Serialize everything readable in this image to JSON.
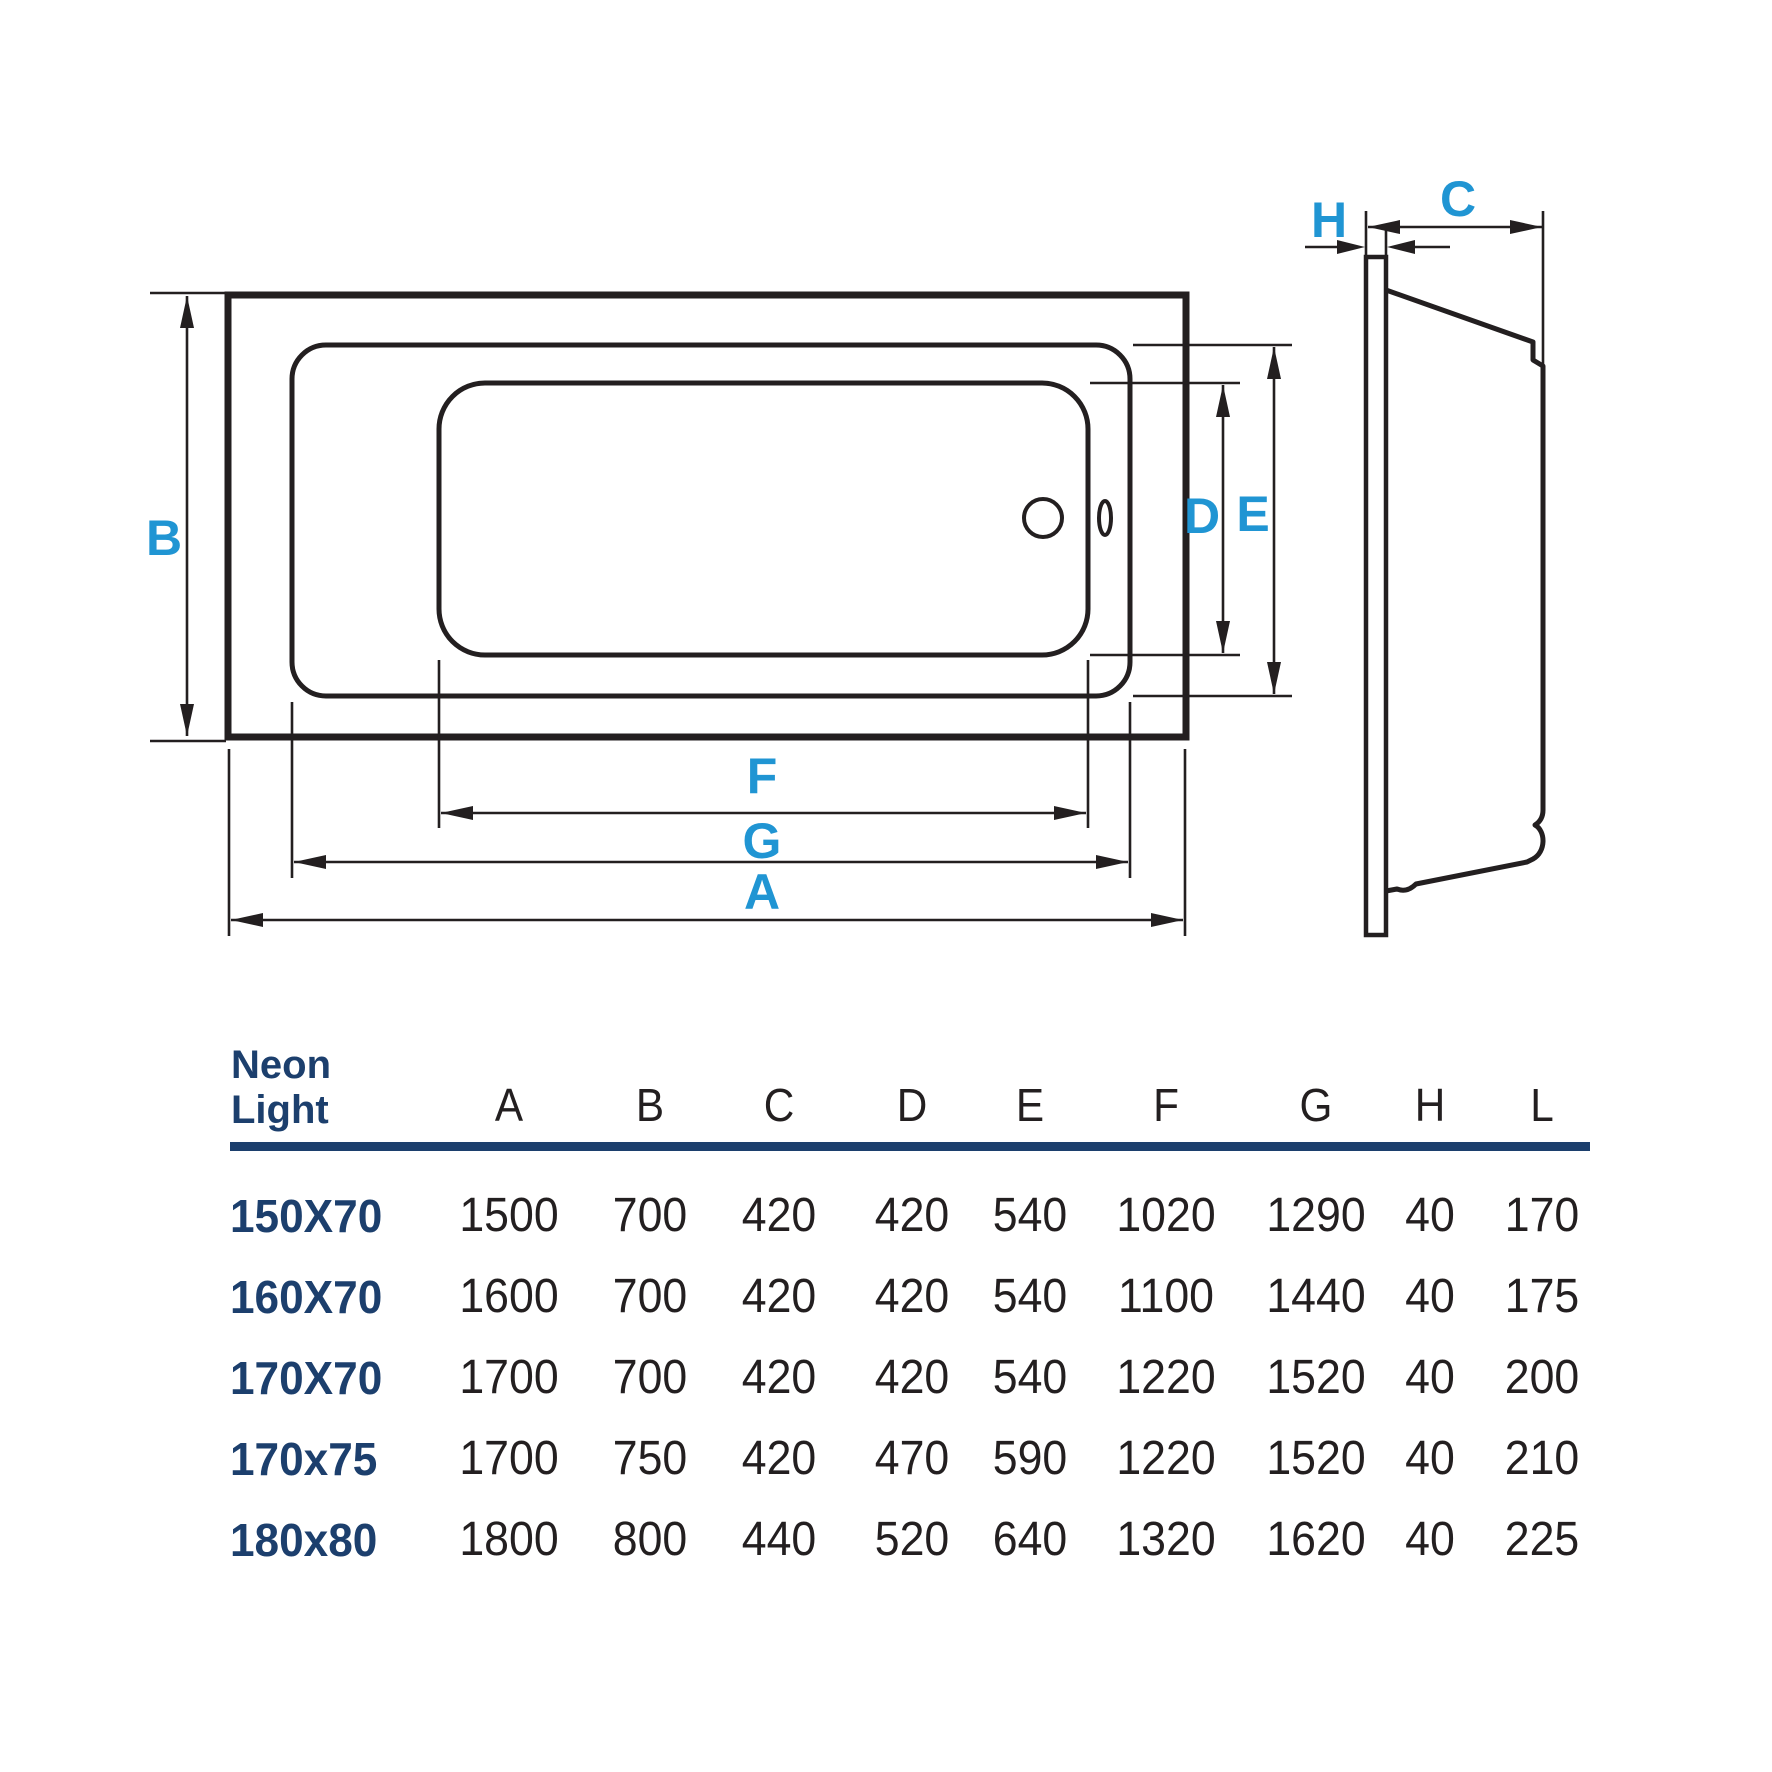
{
  "drawing": {
    "labels": {
      "A": "A",
      "B": "B",
      "C": "C",
      "D": "D",
      "E": "E",
      "F": "F",
      "G": "G",
      "H": "H"
    },
    "icons": [
      "drain-icon",
      "overflow-icon"
    ]
  },
  "table": {
    "title_line1": "Neon",
    "title_line2": "Light",
    "columns": [
      "A",
      "B",
      "C",
      "D",
      "E",
      "F",
      "G",
      "H",
      "L"
    ],
    "rows": [
      {
        "label": "150X70",
        "values": [
          "1500",
          "700",
          "420",
          "420",
          "540",
          "1020",
          "1290",
          "40",
          "170"
        ]
      },
      {
        "label": "160X70",
        "values": [
          "1600",
          "700",
          "420",
          "420",
          "540",
          "1100",
          "1440",
          "40",
          "175"
        ]
      },
      {
        "label": "170X70",
        "values": [
          "1700",
          "700",
          "420",
          "420",
          "540",
          "1220",
          "1520",
          "40",
          "200"
        ]
      },
      {
        "label": "170x75",
        "values": [
          "1700",
          "750",
          "420",
          "470",
          "590",
          "1220",
          "1520",
          "40",
          "210"
        ]
      },
      {
        "label": "180x80",
        "values": [
          "1800",
          "800",
          "440",
          "520",
          "640",
          "1320",
          "1620",
          "40",
          "225"
        ]
      }
    ]
  },
  "colors": {
    "dimension_label_cyan": "#2095d3",
    "accent_navy": "#1c3f6d",
    "line_ink": "#231f20"
  }
}
